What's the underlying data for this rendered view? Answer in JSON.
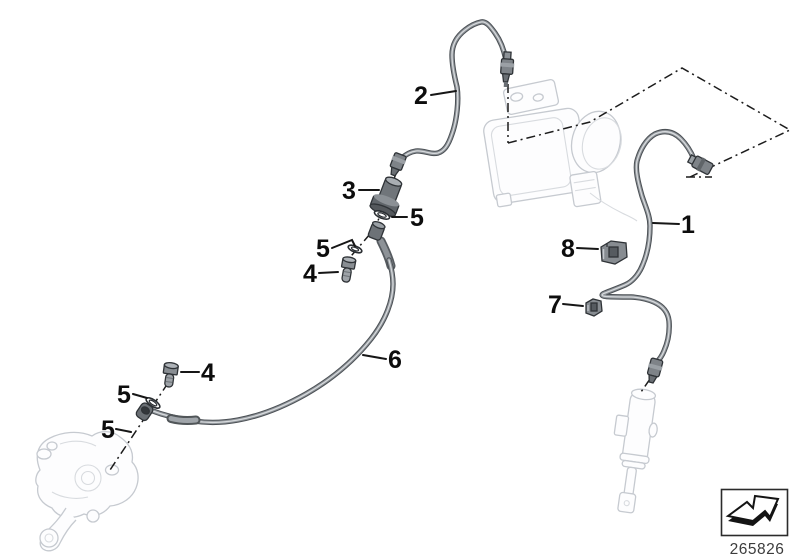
{
  "figure": {
    "callouts": {
      "n1": "1",
      "n2": "2",
      "n3": "3",
      "n4": "4",
      "n5": "5",
      "n6": "6",
      "n7": "7",
      "n8": "8"
    },
    "drawing_number": "265826",
    "icons": {
      "direction_arrow": "direction-arrow-icon"
    },
    "colors": {
      "line": "#1a1a1a",
      "pipe": "#6d7277",
      "pipe_highlight": "#d7dadd",
      "ghost_outline": "#c6cad0",
      "background": "#ffffff"
    }
  }
}
